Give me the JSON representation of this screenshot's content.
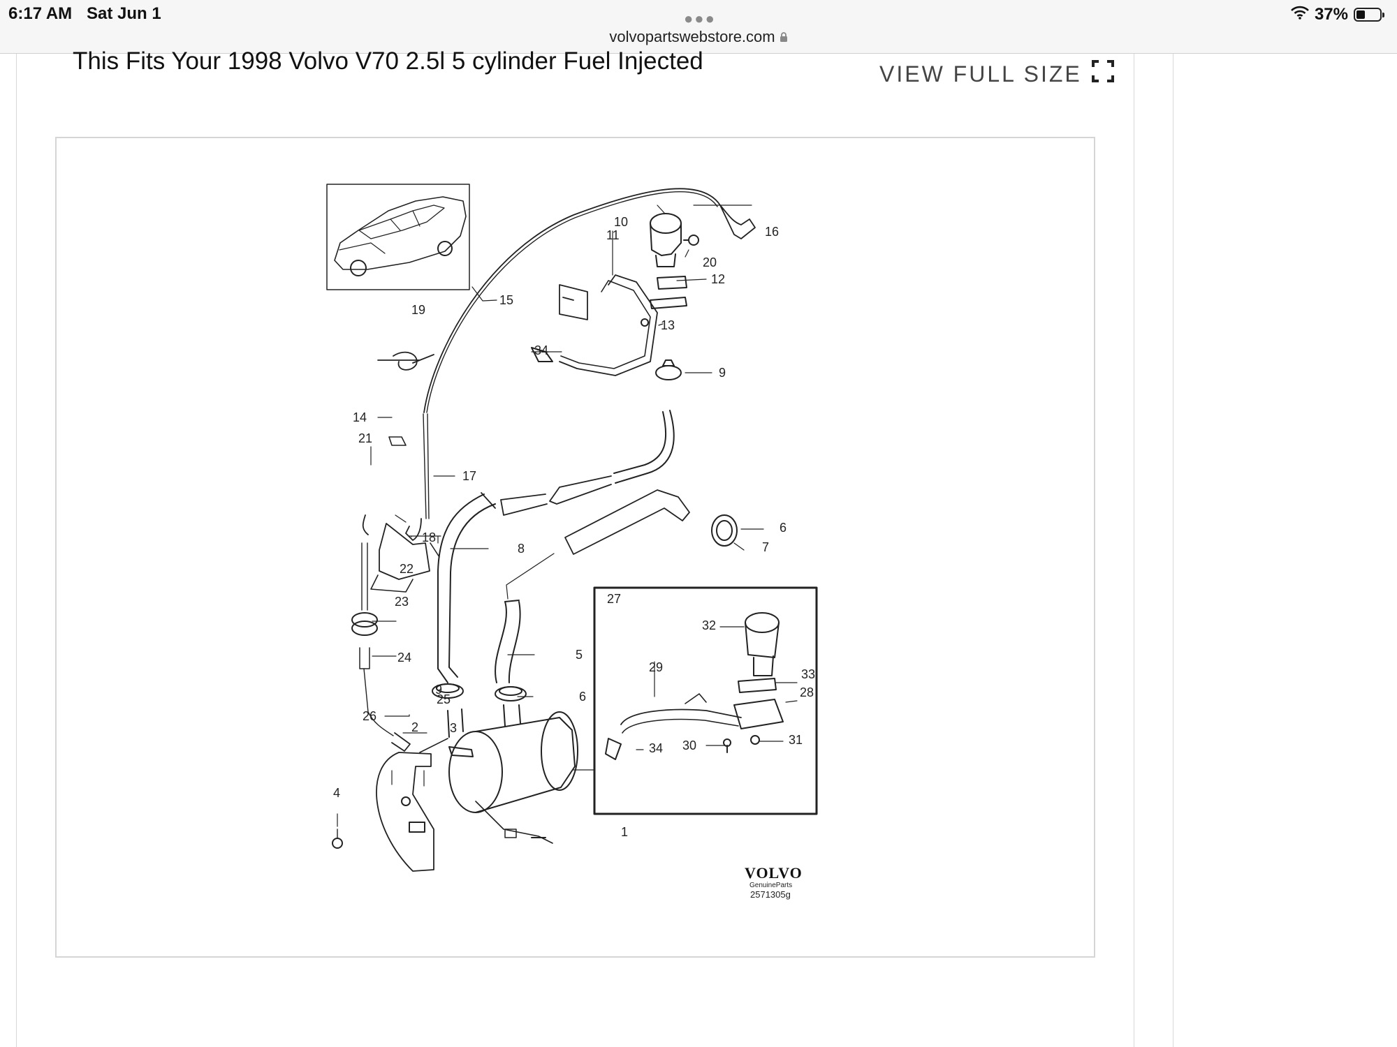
{
  "status_bar": {
    "time": "6:17 AM",
    "date": "Sat Jun 1",
    "url": "volvopartswebstore.com",
    "battery_text": "37%",
    "battery_level": 0.37
  },
  "page": {
    "title": "This Fits Your 1998 Volvo V70 2.5l 5 cylinder Fuel Injected",
    "view_full_size": "VIEW FULL SIZE"
  },
  "diagram": {
    "callouts": {
      "c1": "1",
      "c2": "2",
      "c3": "3",
      "c4": "4",
      "c5": "5",
      "c6a": "6",
      "c6b": "6",
      "c7": "7",
      "c8": "8",
      "c9a": "9",
      "c9b": "9",
      "c10": "10",
      "c11": "11",
      "c12": "12",
      "c13": "13",
      "c14": "14",
      "c15": "15",
      "c16": "16",
      "c17": "17",
      "c18": "18",
      "c19": "19",
      "c20": "20",
      "c21": "21",
      "c22": "22",
      "c23": "23",
      "c24": "24",
      "c25": "25",
      "c26": "26",
      "c27": "27",
      "c28": "28",
      "c29": "29",
      "c30": "30",
      "c31": "31",
      "c32": "32",
      "c33": "33",
      "c34a": "34",
      "c34b": "34"
    },
    "brand": "VOLVO",
    "brand_sub": "GenuineParts",
    "part_ref": "2571305g"
  }
}
